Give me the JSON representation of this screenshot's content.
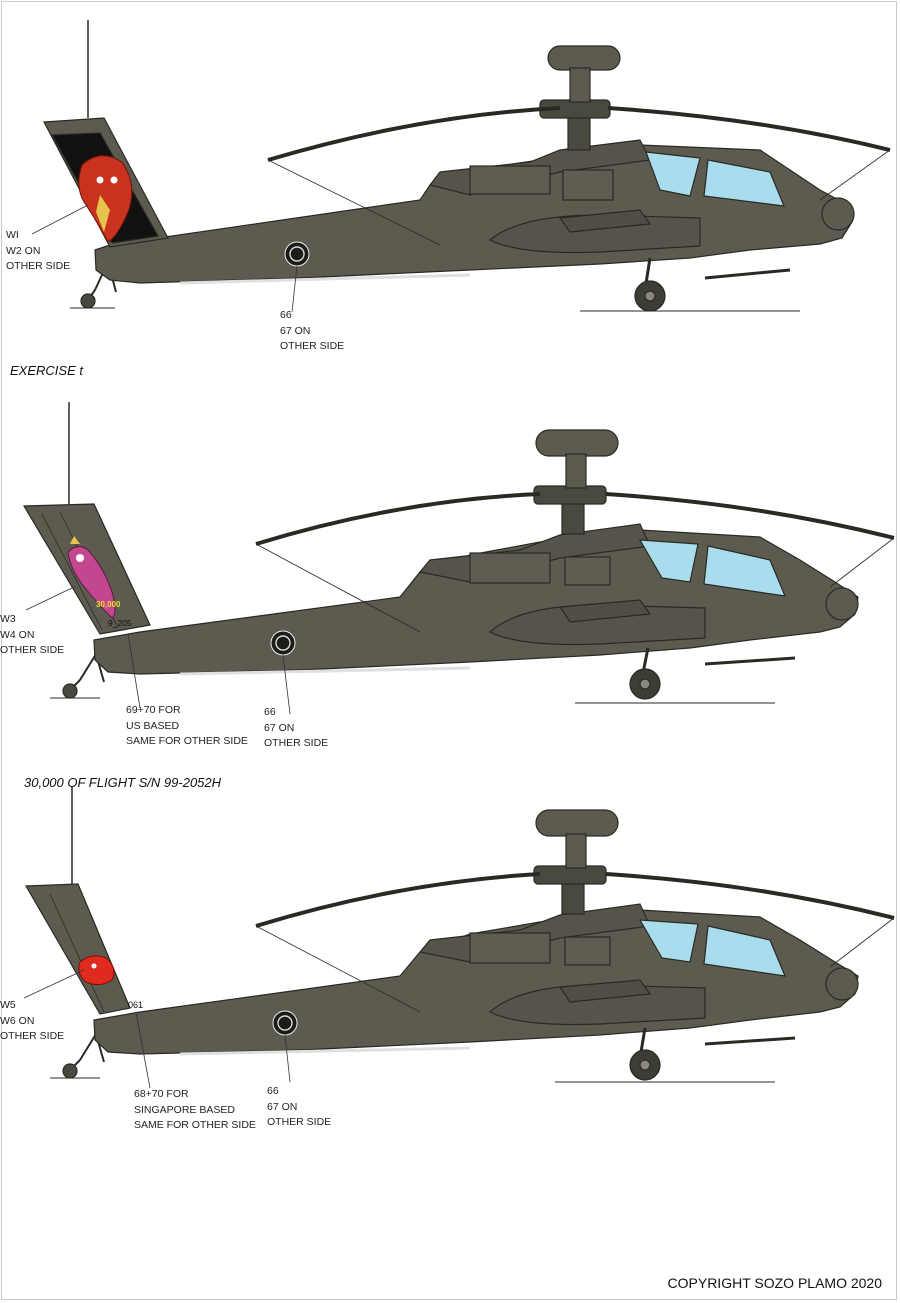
{
  "sheet": {
    "copyright": "COPYRIGHT SOZO PLAMO 2020",
    "colors": {
      "body": "#5d5b50",
      "body_dark": "#4a4940",
      "outline": "#2a2a24",
      "canopy": "#a9dcec",
      "tail_black": "#111111",
      "eagle_red": "#c8321e",
      "stamp_yellow": "#e8e12a"
    }
  },
  "profiles": [
    {
      "callouts": {
        "tail": [
          "WI",
          "W2 ON",
          "OTHER SIDE"
        ],
        "roundel": [
          "66",
          "67 ON",
          "OTHER SIDE"
        ]
      },
      "caption": "EXERCISE t",
      "tail_art": "red-eagle-on-black-fin-icon"
    },
    {
      "tail_text": {
        "stamp": "30,000",
        "serial": "9_205"
      },
      "callouts": {
        "tail": [
          "W3",
          "W4 ON",
          "OTHER SIDE"
        ],
        "serial": [
          "69+70 FOR",
          "US BASED",
          "SAME FOR OTHER SIDE"
        ],
        "roundel": [
          "66",
          "67 ON",
          "OTHER SIDE"
        ]
      },
      "caption": "30,000 OF FLIGHT S/N 99-2052H",
      "tail_art": "pink-mascot-icon"
    },
    {
      "tail_text": {
        "serial": "061"
      },
      "callouts": {
        "tail": [
          "W5",
          "W6 ON",
          "OTHER SIDE"
        ],
        "serial": [
          "68+70 FOR",
          "SINGAPORE BASED",
          "SAME FOR OTHER SIDE"
        ],
        "roundel": [
          "66",
          "67 ON",
          "OTHER SIDE"
        ]
      },
      "tail_art": "red-mascot-icon"
    }
  ]
}
